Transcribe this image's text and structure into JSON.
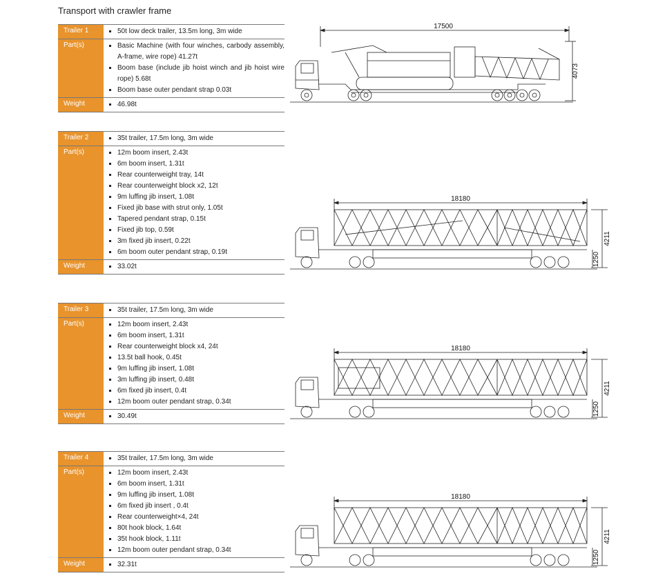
{
  "page_title": "Transport with crawler frame",
  "trailers": [
    {
      "label": "Trailer 1",
      "spec": "50t low deck trailer, 13.5m long, 3m wide",
      "parts_label": "Part(s)",
      "parts": [
        "Basic Machine (with four winches, carbody assembly, A-frame, wire rope) 41.27t",
        "Boom base (include jib hoist winch and jib hoist wire rope) 5.68t",
        "Boom base outer pendant strap 0.03t"
      ],
      "weight_label": "Weight",
      "weight": "46.98t",
      "dims": {
        "length": "17500",
        "height": "4073"
      }
    },
    {
      "label": "Trailer 2",
      "spec": "35t trailer, 17.5m long, 3m wide",
      "parts_label": "Part(s)",
      "parts": [
        "12m boom insert, 2.43t",
        "6m boom insert, 1.31t",
        "Rear counterweight tray, 14t",
        "Rear counterweight block x2, 12t",
        "9m luffing jib insert, 1.08t",
        "Fixed jib base with strut only, 1.05t",
        "Tapered pendant strap, 0.15t",
        "Fixed jib top, 0.59t",
        "3m fixed jib insert, 0.22t",
        "6m boom outer pendant strap, 0.19t"
      ],
      "weight_label": "Weight",
      "weight": "33.02t",
      "dims": {
        "length": "18180",
        "height": "4211",
        "deck": "1250"
      }
    },
    {
      "label": "Trailer 3",
      "spec": "35t trailer, 17.5m long, 3m wide",
      "parts_label": "Part(s)",
      "parts": [
        "12m boom insert, 2.43t",
        "6m boom insert, 1.31t",
        "Rear counterweight block x4, 24t",
        "13.5t ball hook, 0.45t",
        "9m luffing jib insert, 1.08t",
        "3m luffing jib insert, 0.48t",
        "6m fixed jib insert, 0.4t",
        "12m boom outer pendant strap, 0.34t"
      ],
      "weight_label": "Weight",
      "weight": "30.49t",
      "dims": {
        "length": "18180",
        "height": "4211",
        "deck": "1250"
      }
    },
    {
      "label": "Trailer 4",
      "spec": "35t trailer, 17.5m long, 3m wide",
      "parts_label": "Part(s)",
      "parts": [
        "12m boom insert, 2.43t",
        "6m boom insert, 1.31t",
        "9m luffing jib insert, 1.08t",
        "6m fixed jib insert , 0.4t",
        "Rear counterweight×4, 24t",
        "80t hook block, 1.64t",
        "35t hook block, 1.11t",
        "12m boom outer pendant strap, 0.34t"
      ],
      "weight_label": "Weight",
      "weight": "32.31t",
      "dims": {
        "length": "18180",
        "height": "4211",
        "deck": "1250"
      }
    }
  ],
  "colors": {
    "accent": "#e8932c",
    "rule": "#777777",
    "line_art": "#222222"
  }
}
